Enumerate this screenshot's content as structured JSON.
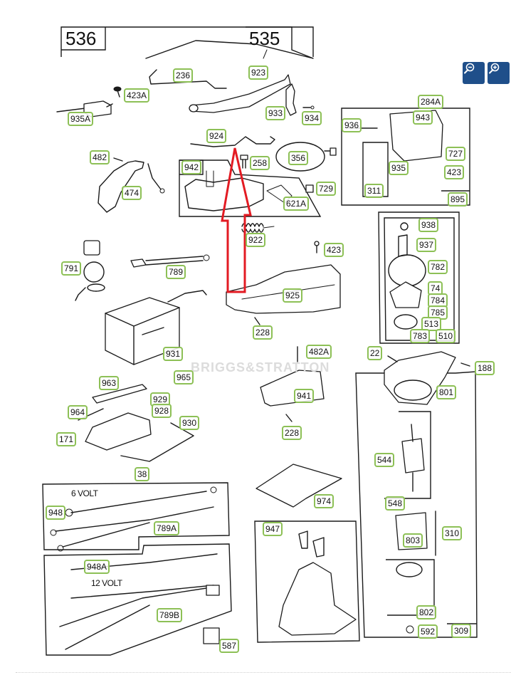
{
  "diagram": {
    "title_assemblies": [
      "536",
      "535"
    ],
    "watermark": "BRIGGS&STRATTON",
    "pointer_arrow_color": "#e31b23",
    "label_border_color": "#8dc056",
    "voltage_labels": {
      "six_volt": "6 VOLT",
      "twelve_volt": "12 VOLT"
    },
    "parts": [
      {
        "id": "236",
        "label": "236"
      },
      {
        "id": "923",
        "label": "923"
      },
      {
        "id": "423A",
        "label": "423A"
      },
      {
        "id": "935A",
        "label": "935A"
      },
      {
        "id": "933",
        "label": "933"
      },
      {
        "id": "934",
        "label": "934"
      },
      {
        "id": "924",
        "label": "924"
      },
      {
        "id": "482",
        "label": "482"
      },
      {
        "id": "942",
        "label": "942"
      },
      {
        "id": "258",
        "label": "258"
      },
      {
        "id": "356",
        "label": "356"
      },
      {
        "id": "474",
        "label": "474"
      },
      {
        "id": "729",
        "label": "729"
      },
      {
        "id": "621A",
        "label": "621A"
      },
      {
        "id": "922",
        "label": "922"
      },
      {
        "id": "423-mid",
        "label": "423"
      },
      {
        "id": "791",
        "label": "791"
      },
      {
        "id": "789",
        "label": "789"
      },
      {
        "id": "925",
        "label": "925"
      },
      {
        "id": "228-top",
        "label": "228"
      },
      {
        "id": "931",
        "label": "931"
      },
      {
        "id": "482A",
        "label": "482A"
      },
      {
        "id": "963",
        "label": "963"
      },
      {
        "id": "965",
        "label": "965"
      },
      {
        "id": "929",
        "label": "929"
      },
      {
        "id": "928",
        "label": "928"
      },
      {
        "id": "964",
        "label": "964"
      },
      {
        "id": "930",
        "label": "930"
      },
      {
        "id": "171",
        "label": "171"
      },
      {
        "id": "38",
        "label": "38"
      },
      {
        "id": "941",
        "label": "941"
      },
      {
        "id": "228-bottom",
        "label": "228"
      },
      {
        "id": "974",
        "label": "974"
      },
      {
        "id": "948",
        "label": "948"
      },
      {
        "id": "789A",
        "label": "789A"
      },
      {
        "id": "948A",
        "label": "948A"
      },
      {
        "id": "789B",
        "label": "789B"
      },
      {
        "id": "587",
        "label": "587"
      },
      {
        "id": "947",
        "label": "947"
      },
      {
        "id": "284A",
        "label": "284A"
      },
      {
        "id": "943",
        "label": "943"
      },
      {
        "id": "936",
        "label": "936"
      },
      {
        "id": "727",
        "label": "727"
      },
      {
        "id": "935",
        "label": "935"
      },
      {
        "id": "423-right",
        "label": "423"
      },
      {
        "id": "311",
        "label": "311"
      },
      {
        "id": "895",
        "label": "895"
      },
      {
        "id": "938",
        "label": "938"
      },
      {
        "id": "937",
        "label": "937"
      },
      {
        "id": "782",
        "label": "782"
      },
      {
        "id": "74",
        "label": "74"
      },
      {
        "id": "784",
        "label": "784"
      },
      {
        "id": "785",
        "label": "785"
      },
      {
        "id": "513",
        "label": "513"
      },
      {
        "id": "783",
        "label": "783"
      },
      {
        "id": "510",
        "label": "510"
      },
      {
        "id": "22",
        "label": "22"
      },
      {
        "id": "188",
        "label": "188"
      },
      {
        "id": "801",
        "label": "801"
      },
      {
        "id": "544",
        "label": "544"
      },
      {
        "id": "548",
        "label": "548"
      },
      {
        "id": "310",
        "label": "310"
      },
      {
        "id": "803",
        "label": "803"
      },
      {
        "id": "802",
        "label": "802"
      },
      {
        "id": "592",
        "label": "592"
      },
      {
        "id": "309",
        "label": "309"
      }
    ]
  },
  "controls": {
    "zoom_out": {
      "icon": "zoom-out-icon",
      "color": "#1f4f8a"
    },
    "zoom_in": {
      "icon": "zoom-in-icon",
      "color": "#1f4f8a"
    }
  }
}
